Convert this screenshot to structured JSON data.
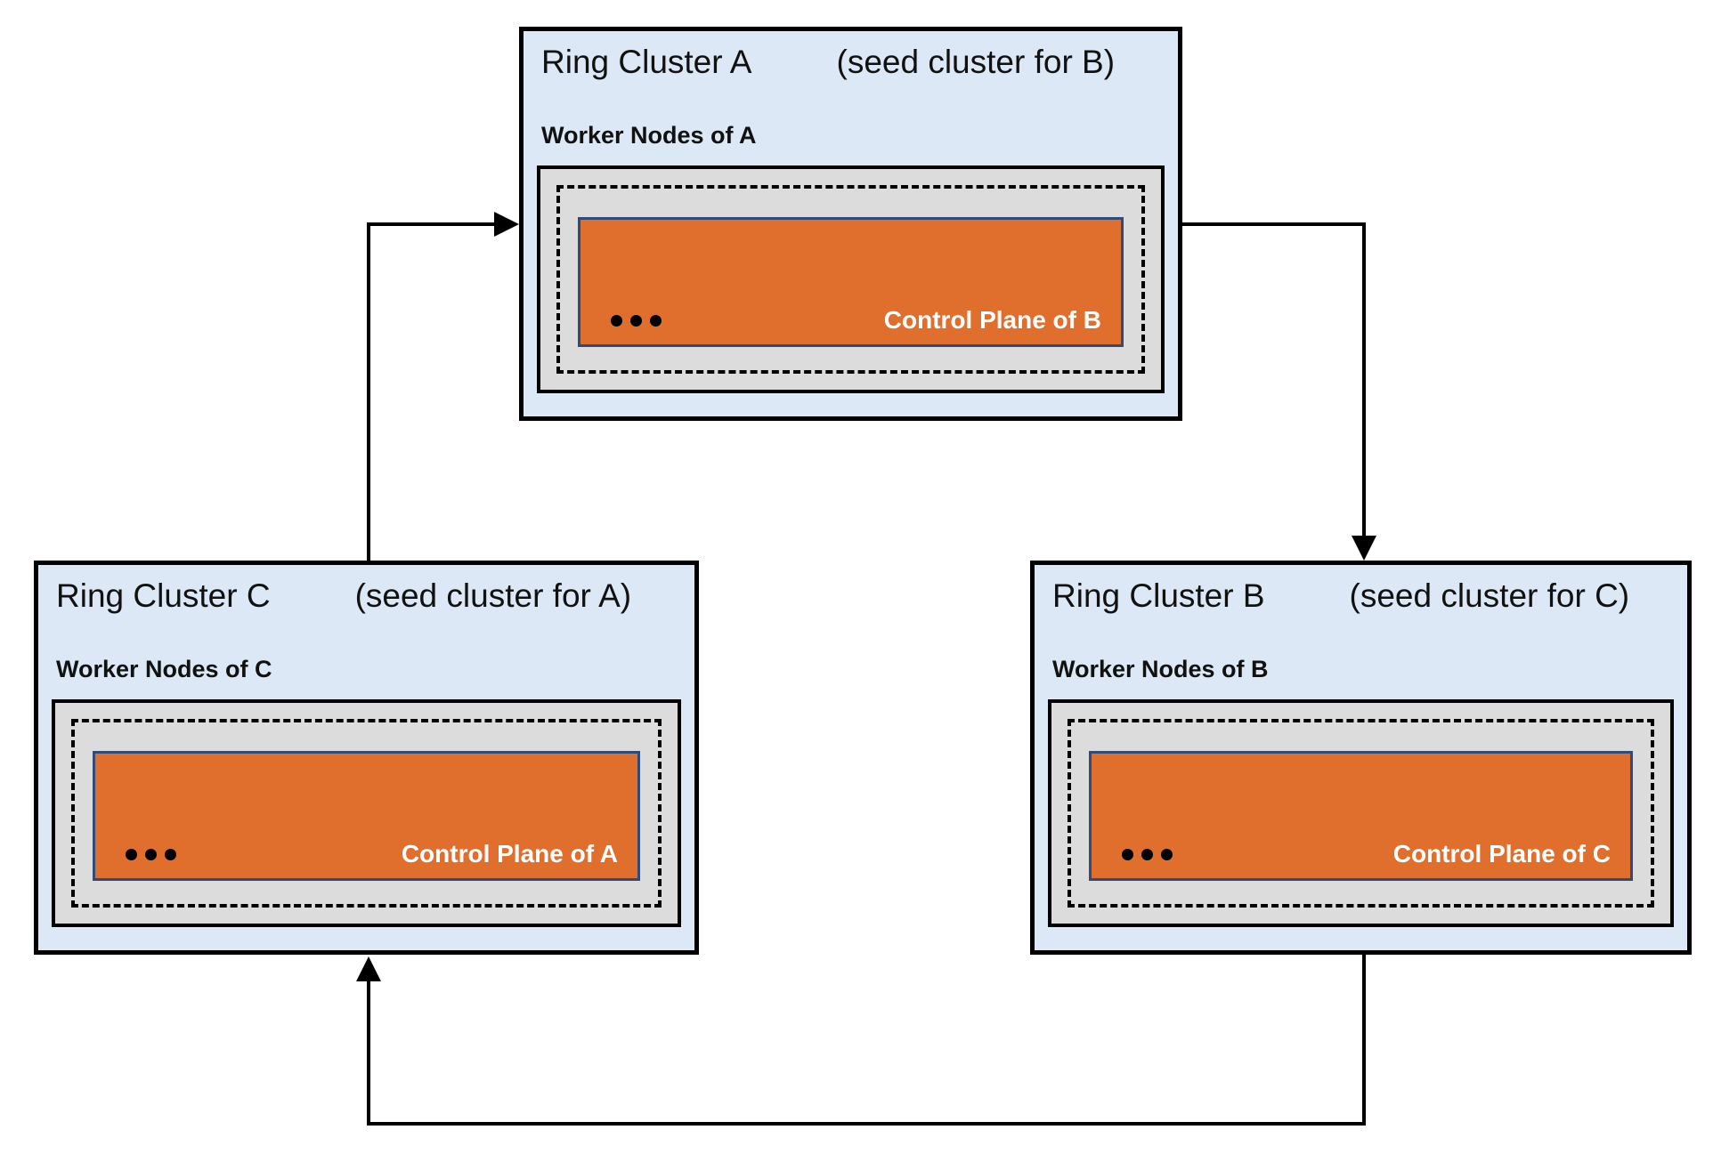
{
  "diagram": {
    "description": "Ring of clusters seeding each other's control planes",
    "colors": {
      "background": "#ffffff",
      "cluster_fill": "#dce8f5",
      "cluster_border": "#000000",
      "worker_box_fill": "#dcdcdc",
      "worker_box_border": "#000000",
      "dashed_boundary": "#000000",
      "control_plane_fill": "#e06e2c",
      "control_plane_border": "#2f4b7c",
      "control_plane_text": "#ffffff",
      "arrow": "#000000"
    },
    "icons": {
      "ellipsis": "three black dots meaning more components"
    },
    "clusters": [
      {
        "id": "A",
        "title": "Ring Cluster A",
        "seed_note": "(seed cluster for B)",
        "worker_label": "Worker Nodes of A",
        "control_plane_label": "Control Plane of B"
      },
      {
        "id": "B",
        "title": "Ring Cluster B",
        "seed_note": "(seed cluster for C)",
        "worker_label": "Worker Nodes of B",
        "control_plane_label": "Control Plane of C"
      },
      {
        "id": "C",
        "title": "Ring Cluster C",
        "seed_note": "(seed cluster for A)",
        "worker_label": "Worker Nodes of C",
        "control_plane_label": "Control Plane of A"
      }
    ],
    "arrows": [
      {
        "from": "C",
        "to": "A"
      },
      {
        "from": "A",
        "to": "B"
      },
      {
        "from": "B",
        "to": "C"
      }
    ]
  }
}
